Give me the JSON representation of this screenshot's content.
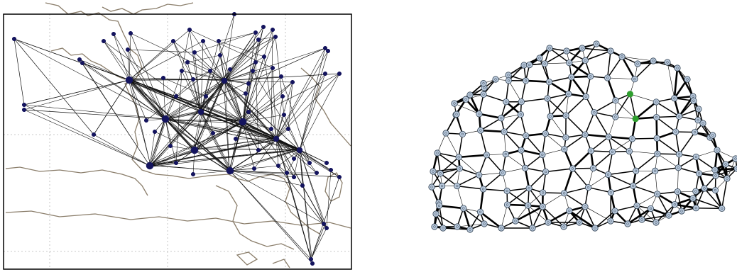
{
  "figure": {
    "left_panel": "network-map",
    "right_panel": "triangulated-mesh"
  },
  "colors": {
    "coastline": "#8a7d6a",
    "grid": "#b8b8b8",
    "frame": "#000000",
    "network_edge": "#111111",
    "network_node": "#14145e",
    "mesh_edge": "#000000",
    "mesh_node_fill": "#b9c9dc",
    "mesh_node_stroke": "#334455",
    "mesh_highlight": "#2e9e2e"
  },
  "map": {
    "edge_count_approx": 400,
    "node_count_approx": 110
  },
  "mesh": {
    "node_count_approx": 130,
    "highlighted_nodes": 2
  }
}
